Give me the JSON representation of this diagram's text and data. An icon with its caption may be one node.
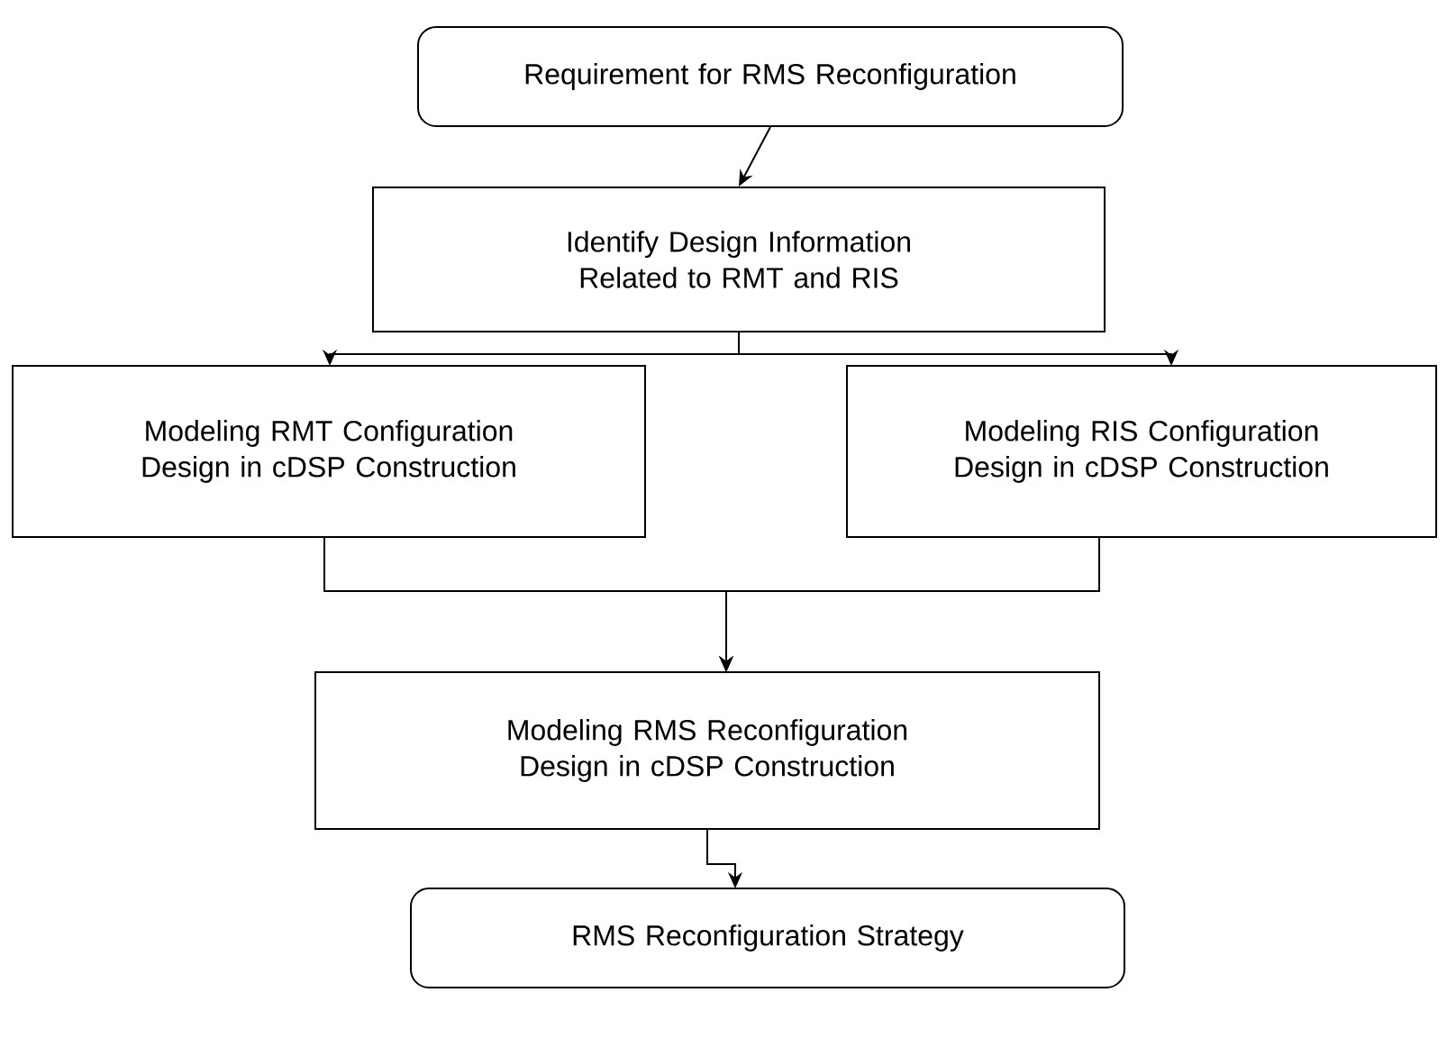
{
  "diagram": {
    "nodes": [
      {
        "text": [
          "Requirement for RMS Reconfiguration"
        ]
      },
      {
        "text": [
          "Identify Design Information Related to RMT and RIS"
        ]
      },
      {
        "text": [
          "Modeling RMT Configuration Design in cDSP Construction"
        ]
      },
      {
        "text": [
          "Modeling RIS Configuration Design in cDSP Construction"
        ]
      },
      {
        "text": [
          "Modeling RMS Reconfiguration Design in cDSP Construction"
        ]
      },
      {
        "text": [
          "RMS Reconfiguration Strategy"
        ]
      }
    ],
    "edges": [
      {
        "from": 0,
        "to": 1,
        "arrow": "to"
      },
      {
        "from": 1,
        "to": 2,
        "arrow": "to"
      },
      {
        "from": 1,
        "to": 3,
        "arrow": "to"
      },
      {
        "from": 2,
        "to": 4,
        "arrow": "to"
      },
      {
        "from": 3,
        "to": 4,
        "arrow": "to"
      },
      {
        "from": 4,
        "to": 5,
        "arrow": "to"
      }
    ]
  }
}
